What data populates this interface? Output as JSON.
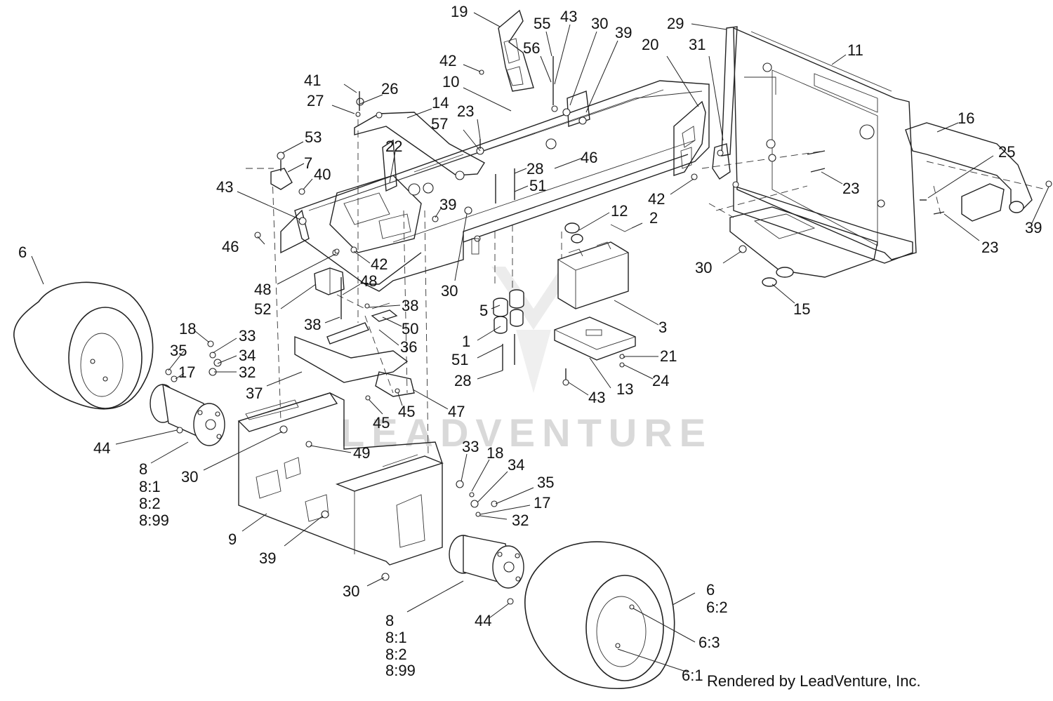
{
  "footer": {
    "credit": "Rendered by LeadVenture, Inc."
  },
  "watermark": {
    "text": "LEADVENTURE"
  },
  "callouts": [
    {
      "id": "c19",
      "label": "19"
    },
    {
      "id": "c55",
      "label": "55"
    },
    {
      "id": "c43a",
      "label": "43"
    },
    {
      "id": "c30a",
      "label": "30"
    },
    {
      "id": "c39a",
      "label": "39"
    },
    {
      "id": "c29",
      "label": "29"
    },
    {
      "id": "c20",
      "label": "20"
    },
    {
      "id": "c31",
      "label": "31"
    },
    {
      "id": "c11",
      "label": "11"
    },
    {
      "id": "c42a",
      "label": "42"
    },
    {
      "id": "c56",
      "label": "56"
    },
    {
      "id": "c10",
      "label": "10"
    },
    {
      "id": "c41",
      "label": "41"
    },
    {
      "id": "c26",
      "label": "26"
    },
    {
      "id": "c27",
      "label": "27"
    },
    {
      "id": "c14",
      "label": "14"
    },
    {
      "id": "c23a",
      "label": "23"
    },
    {
      "id": "c57",
      "label": "57"
    },
    {
      "id": "c16",
      "label": "16"
    },
    {
      "id": "c53",
      "label": "53"
    },
    {
      "id": "c22",
      "label": "22"
    },
    {
      "id": "c46a",
      "label": "46"
    },
    {
      "id": "c25",
      "label": "25"
    },
    {
      "id": "c7",
      "label": "7"
    },
    {
      "id": "c40",
      "label": "40"
    },
    {
      "id": "c28a",
      "label": "28"
    },
    {
      "id": "c51a",
      "label": "51"
    },
    {
      "id": "c23b",
      "label": "23"
    },
    {
      "id": "c43b",
      "label": "43"
    },
    {
      "id": "c42b",
      "label": "42"
    },
    {
      "id": "c39b",
      "label": "39"
    },
    {
      "id": "c12",
      "label": "12"
    },
    {
      "id": "c2",
      "label": "2"
    },
    {
      "id": "c39c",
      "label": "39"
    },
    {
      "id": "c23c",
      "label": "23"
    },
    {
      "id": "c6a",
      "label": "6"
    },
    {
      "id": "c46b",
      "label": "46"
    },
    {
      "id": "c42c",
      "label": "42"
    },
    {
      "id": "c30b",
      "label": "30"
    },
    {
      "id": "c48a",
      "label": "48"
    },
    {
      "id": "c48b",
      "label": "48"
    },
    {
      "id": "c52",
      "label": "52"
    },
    {
      "id": "c30c",
      "label": "30"
    },
    {
      "id": "c38a",
      "label": "38"
    },
    {
      "id": "c15",
      "label": "15"
    },
    {
      "id": "c5",
      "label": "5"
    },
    {
      "id": "c38b",
      "label": "38"
    },
    {
      "id": "c50",
      "label": "50"
    },
    {
      "id": "c3",
      "label": "3"
    },
    {
      "id": "c18a",
      "label": "18"
    },
    {
      "id": "c33a",
      "label": "33"
    },
    {
      "id": "c36",
      "label": "36"
    },
    {
      "id": "c1",
      "label": "1"
    },
    {
      "id": "c35a",
      "label": "35"
    },
    {
      "id": "c34a",
      "label": "34"
    },
    {
      "id": "c21",
      "label": "21"
    },
    {
      "id": "c51b",
      "label": "51"
    },
    {
      "id": "c17a",
      "label": "17"
    },
    {
      "id": "c32a",
      "label": "32"
    },
    {
      "id": "c24",
      "label": "24"
    },
    {
      "id": "c28b",
      "label": "28"
    },
    {
      "id": "c37",
      "label": "37"
    },
    {
      "id": "c13",
      "label": "13"
    },
    {
      "id": "c43c",
      "label": "43"
    },
    {
      "id": "c45a",
      "label": "45"
    },
    {
      "id": "c47",
      "label": "47"
    },
    {
      "id": "c45b",
      "label": "45"
    },
    {
      "id": "c44a",
      "label": "44"
    },
    {
      "id": "c33b",
      "label": "33"
    },
    {
      "id": "c18b",
      "label": "18"
    },
    {
      "id": "c49",
      "label": "49"
    },
    {
      "id": "c8a",
      "label": "8"
    },
    {
      "id": "c34b",
      "label": "34"
    },
    {
      "id": "c30d",
      "label": "30"
    },
    {
      "id": "c8a1",
      "label": "8:1"
    },
    {
      "id": "c35b",
      "label": "35"
    },
    {
      "id": "c8a2",
      "label": "8:2"
    },
    {
      "id": "c17b",
      "label": "17"
    },
    {
      "id": "c8a99",
      "label": "8:99"
    },
    {
      "id": "c32b",
      "label": "32"
    },
    {
      "id": "c9",
      "label": "9"
    },
    {
      "id": "c39d",
      "label": "39"
    },
    {
      "id": "c30e",
      "label": "30"
    },
    {
      "id": "c6b",
      "label": "6"
    },
    {
      "id": "c62",
      "label": "6:2"
    },
    {
      "id": "c8b",
      "label": "8"
    },
    {
      "id": "c44b",
      "label": "44"
    },
    {
      "id": "c8b1",
      "label": "8:1"
    },
    {
      "id": "c63",
      "label": "6:3"
    },
    {
      "id": "c8b2",
      "label": "8:2"
    },
    {
      "id": "c8b99",
      "label": "8:99"
    },
    {
      "id": "c61",
      "label": "6:1"
    }
  ]
}
